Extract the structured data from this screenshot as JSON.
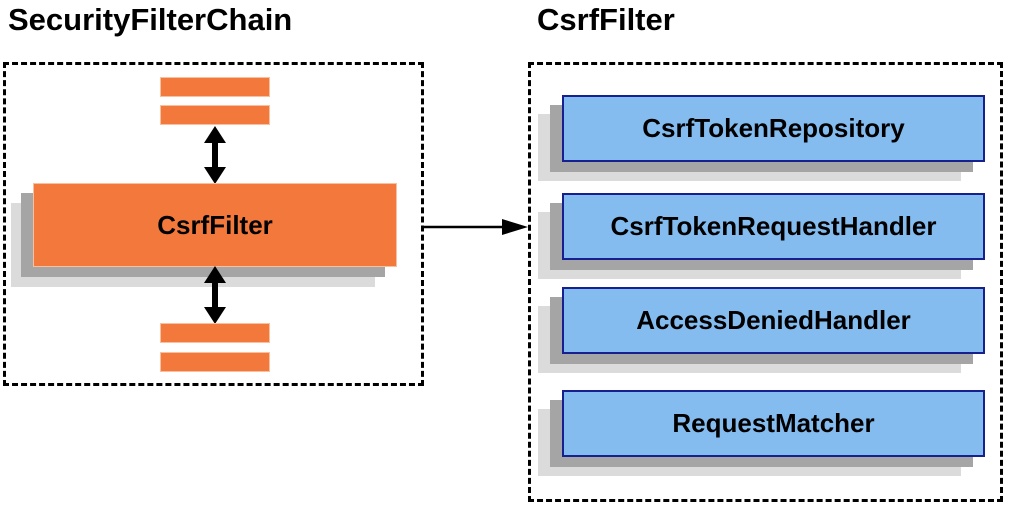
{
  "left_panel": {
    "title": "SecurityFilterChain",
    "filter_box_label": "CsrfFilter"
  },
  "right_panel": {
    "title": "CsrfFilter",
    "components": [
      {
        "label": "CsrfTokenRepository"
      },
      {
        "label": "CsrfTokenRequestHandler"
      },
      {
        "label": "AccessDeniedHandler"
      },
      {
        "label": "RequestMatcher"
      }
    ]
  },
  "colors": {
    "orange_fill": "#F2783C",
    "orange_stroke": "#F8C09E",
    "blue_fill": "#84BCF0",
    "blue_border": "#16208E",
    "shadow_dark": "#A5A5A5",
    "shadow_light": "#DBDBDB",
    "arrow_black": "#000000"
  }
}
